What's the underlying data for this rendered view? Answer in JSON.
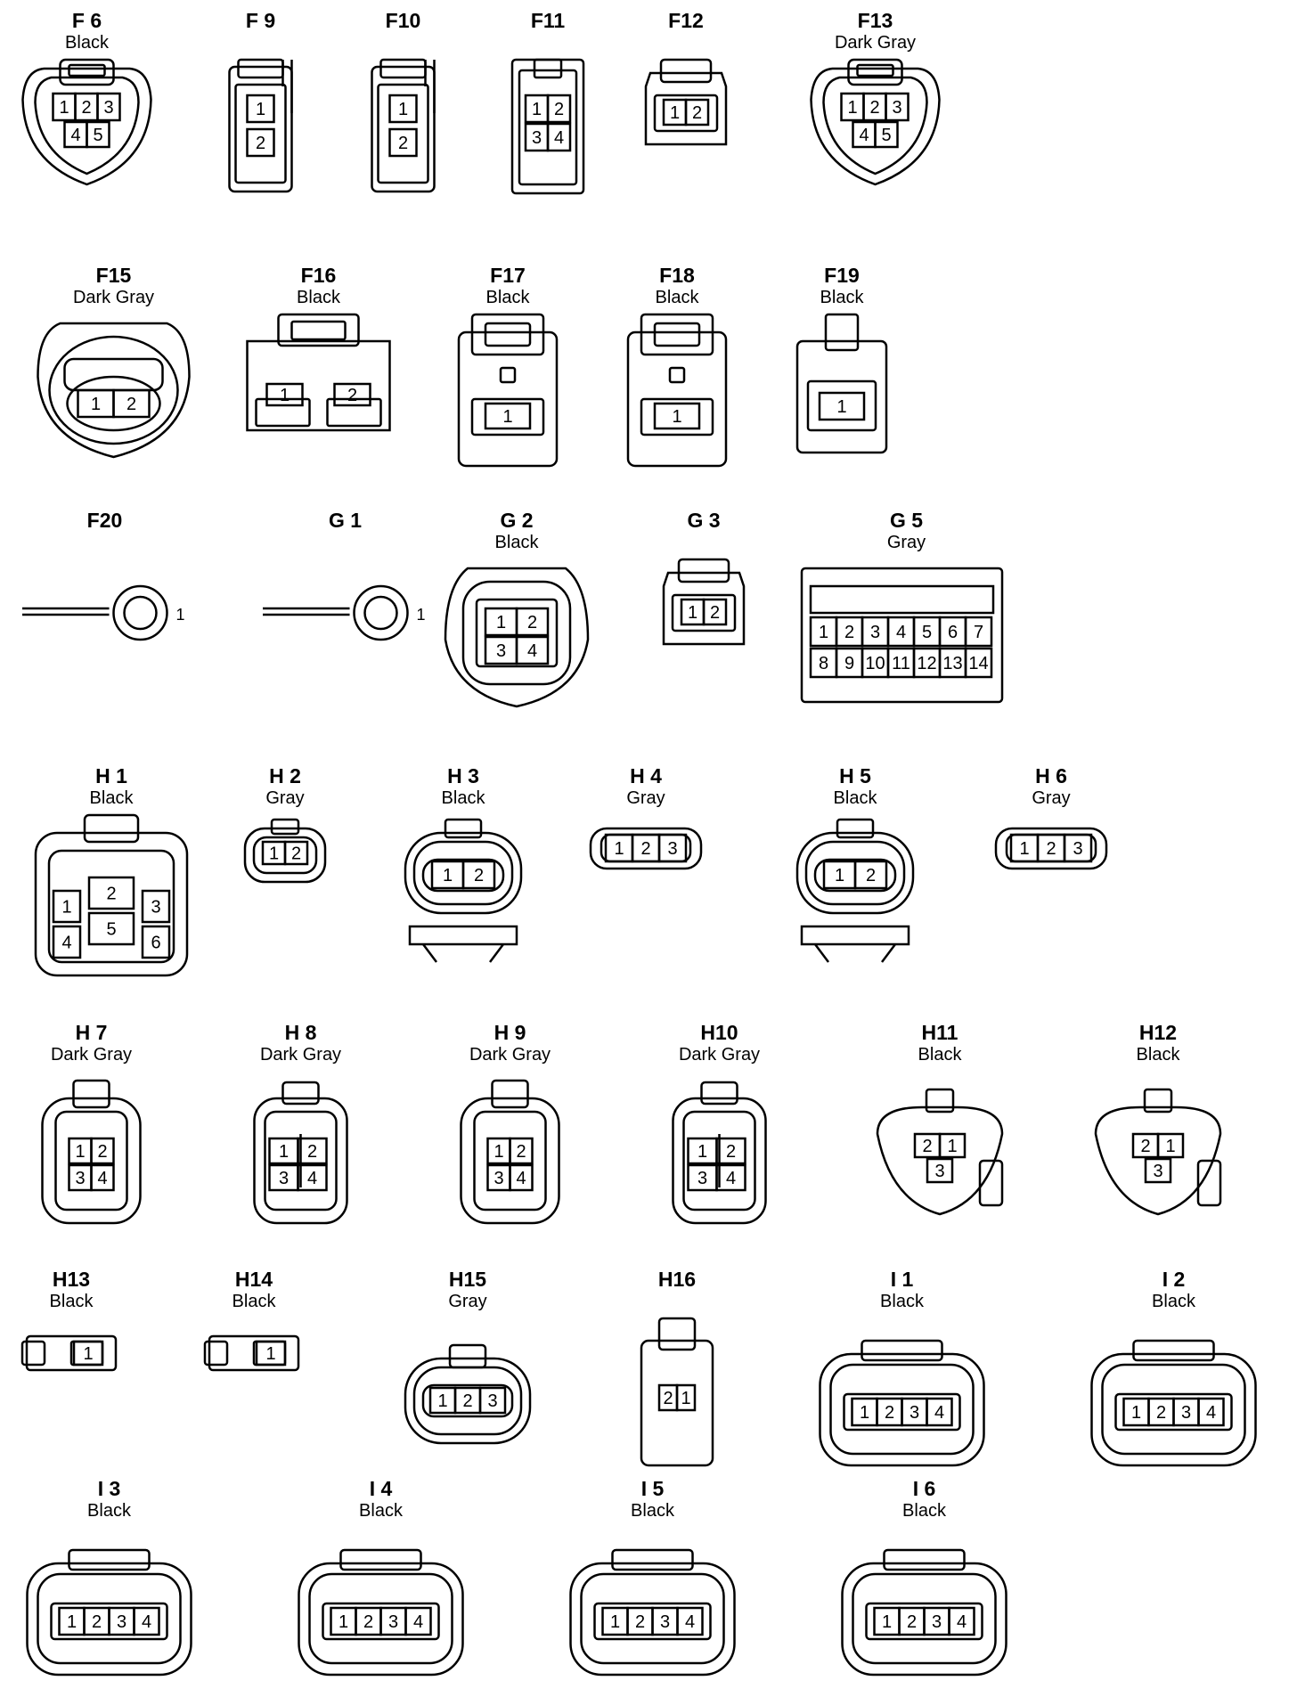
{
  "connectors": [
    {
      "id": "F 6",
      "color": "Black",
      "shape": "tri-round",
      "pins": [
        "1",
        "2",
        "3",
        "4",
        "5"
      ]
    },
    {
      "id": "F 9",
      "color": "",
      "shape": "narrow-vertical",
      "pins": [
        "1",
        "2"
      ]
    },
    {
      "id": "F10",
      "color": "",
      "shape": "narrow-vertical",
      "pins": [
        "1",
        "2"
      ]
    },
    {
      "id": "F11",
      "color": "",
      "shape": "box-2x2",
      "pins": [
        "1",
        "2",
        "3",
        "4"
      ]
    },
    {
      "id": "F12",
      "color": "",
      "shape": "small-box",
      "pins": [
        "1",
        "2"
      ]
    },
    {
      "id": "F13",
      "color": "Dark Gray",
      "shape": "tri-round",
      "pins": [
        "1",
        "2",
        "3",
        "4",
        "5"
      ]
    },
    {
      "id": "F15",
      "color": "Dark Gray",
      "shape": "round-2",
      "pins": [
        "1",
        "2"
      ]
    },
    {
      "id": "F16",
      "color": "Black",
      "shape": "wide-2",
      "pins": [
        "1",
        "2"
      ]
    },
    {
      "id": "F17",
      "color": "Black",
      "shape": "latch-1",
      "pins": [
        "1"
      ]
    },
    {
      "id": "F18",
      "color": "Black",
      "shape": "latch-1",
      "pins": [
        "1"
      ]
    },
    {
      "id": "F19",
      "color": "Black",
      "shape": "simple-1",
      "pins": [
        "1"
      ]
    },
    {
      "id": "F20",
      "color": "",
      "shape": "ring-terminal",
      "pins": [
        "1"
      ]
    },
    {
      "id": "G 1",
      "color": "",
      "shape": "ring-terminal",
      "pins": [
        "1"
      ]
    },
    {
      "id": "G 2",
      "color": "Black",
      "shape": "round-2x2",
      "pins": [
        "1",
        "2",
        "3",
        "4"
      ]
    },
    {
      "id": "G 3",
      "color": "",
      "shape": "small-box",
      "pins": [
        "1",
        "2"
      ]
    },
    {
      "id": "G 5",
      "color": "Gray",
      "shape": "grid-14",
      "pins": [
        "1",
        "2",
        "3",
        "4",
        "5",
        "6",
        "7",
        "8",
        "9",
        "10",
        "11",
        "12",
        "13",
        "14"
      ]
    },
    {
      "id": "H 1",
      "color": "Black",
      "shape": "six-pin",
      "pins": [
        "1",
        "2",
        "3",
        "4",
        "5",
        "6"
      ]
    },
    {
      "id": "H 2",
      "color": "Gray",
      "shape": "small-oval",
      "pins": [
        "1",
        "2"
      ]
    },
    {
      "id": "H 3",
      "color": "Black",
      "shape": "oval-clip",
      "pins": [
        "1",
        "2"
      ]
    },
    {
      "id": "H 4",
      "color": "Gray",
      "shape": "flat-oval",
      "pins": [
        "1",
        "2",
        "3"
      ]
    },
    {
      "id": "H 5",
      "color": "Black",
      "shape": "oval-clip",
      "pins": [
        "1",
        "2"
      ]
    },
    {
      "id": "H 6",
      "color": "Gray",
      "shape": "flat-oval",
      "pins": [
        "1",
        "2",
        "3"
      ]
    },
    {
      "id": "H 7",
      "color": "Dark Gray",
      "shape": "rounded-2x2",
      "pins": [
        "1",
        "2",
        "3",
        "4"
      ]
    },
    {
      "id": "H 8",
      "color": "Dark Gray",
      "shape": "split-2x2",
      "pins": [
        "1",
        "2",
        "3",
        "4"
      ]
    },
    {
      "id": "H 9",
      "color": "Dark Gray",
      "shape": "rounded-2x2",
      "pins": [
        "1",
        "2",
        "3",
        "4"
      ]
    },
    {
      "id": "H10",
      "color": "Dark Gray",
      "shape": "split-2x2",
      "pins": [
        "1",
        "2",
        "3",
        "4"
      ]
    },
    {
      "id": "H11",
      "color": "Black",
      "shape": "tri-3",
      "pins": [
        "2",
        "1",
        "3"
      ]
    },
    {
      "id": "H12",
      "color": "Black",
      "shape": "tri-3",
      "pins": [
        "2",
        "1",
        "3"
      ]
    },
    {
      "id": "H13",
      "color": "Black",
      "shape": "tiny-1",
      "pins": [
        "1"
      ]
    },
    {
      "id": "H14",
      "color": "Black",
      "shape": "tiny-1",
      "pins": [
        "1"
      ]
    },
    {
      "id": "H15",
      "color": "Gray",
      "shape": "oval-3",
      "pins": [
        "1",
        "2",
        "3"
      ]
    },
    {
      "id": "H16",
      "color": "",
      "shape": "tall-2",
      "pins": [
        "2",
        "1"
      ]
    },
    {
      "id": "I 1",
      "color": "Black",
      "shape": "rect-4",
      "pins": [
        "1",
        "2",
        "3",
        "4"
      ]
    },
    {
      "id": "I 2",
      "color": "Black",
      "shape": "rect-4",
      "pins": [
        "1",
        "2",
        "3",
        "4"
      ]
    },
    {
      "id": "I 3",
      "color": "Black",
      "shape": "rect-4",
      "pins": [
        "1",
        "2",
        "3",
        "4"
      ]
    },
    {
      "id": "I 4",
      "color": "Black",
      "shape": "rect-4",
      "pins": [
        "1",
        "2",
        "3",
        "4"
      ]
    },
    {
      "id": "I 5",
      "color": "Black",
      "shape": "rect-4",
      "pins": [
        "1",
        "2",
        "3",
        "4"
      ]
    },
    {
      "id": "I 6",
      "color": "Black",
      "shape": "rect-4",
      "pins": [
        "1",
        "2",
        "3",
        "4"
      ]
    }
  ]
}
